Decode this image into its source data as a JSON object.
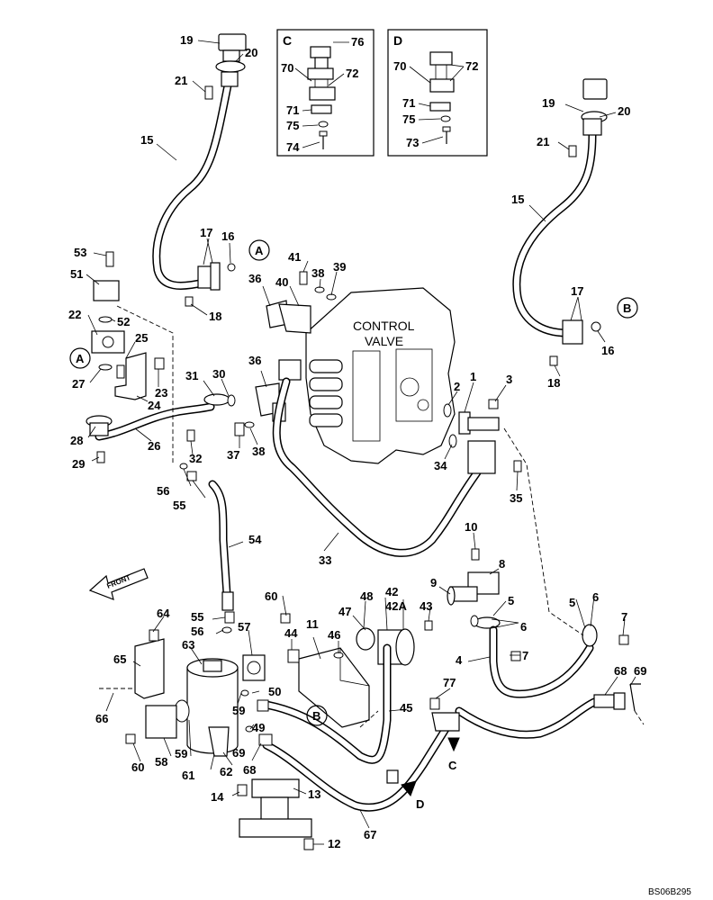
{
  "diagram": {
    "control_valve_label": [
      "CONTROL",
      "VALVE"
    ],
    "front_label": "FRONT",
    "drawing_code": "BS06B295",
    "inset_c": {
      "title": "C",
      "parts": [
        "76",
        "70",
        "72",
        "71",
        "75",
        "74"
      ]
    },
    "inset_d": {
      "title": "D",
      "parts": [
        "70",
        "72",
        "71",
        "75",
        "73"
      ]
    },
    "view_markers": {
      "a1": "A",
      "a2": "A",
      "b1": "B",
      "b2": "B",
      "c_arrow": "C",
      "d_arrow": "D"
    },
    "callouts": {
      "p19a": "19",
      "p20a": "20",
      "p21a": "21",
      "p15a": "15",
      "p17a": "17",
      "p16a": "16",
      "p18a": "18",
      "p53": "53",
      "p51": "51",
      "p22": "22",
      "p52": "52",
      "p25": "25",
      "p27": "27",
      "p23": "23",
      "p24": "24",
      "p31": "31",
      "p30": "30",
      "p28": "28",
      "p26": "26",
      "p29": "29",
      "p32": "32",
      "p36a": "36",
      "p40": "40",
      "p41": "41",
      "p38a": "38",
      "p39": "39",
      "p36b": "36",
      "p37": "37",
      "p38b": "38",
      "p19b": "19",
      "p20b": "20",
      "p21b": "21",
      "p15b": "15",
      "p17b": "17",
      "p16b": "16",
      "p18b": "18",
      "p1": "1",
      "p2": "2",
      "p3": "3",
      "p34": "34",
      "p35": "35",
      "p56a": "56",
      "p55a": "55",
      "p54": "54",
      "p33": "33",
      "p10": "10",
      "p8": "8",
      "p9": "9",
      "p5a": "5",
      "p5b": "5",
      "p6a": "6",
      "p6b": "6",
      "p7a": "7",
      "p7b": "7",
      "p4": "4",
      "p60a": "60",
      "p48": "48",
      "p42": "42",
      "p42a": "42A",
      "p43": "43",
      "p47": "47",
      "p11": "11",
      "p46": "46",
      "p44": "44",
      "p64": "64",
      "p63": "63",
      "p55b": "55",
      "p56b": "56",
      "p57": "57",
      "p65": "65",
      "p66": "66",
      "p50": "50",
      "p59a": "59",
      "p49": "49",
      "p45": "45",
      "p77": "77",
      "p68a": "68",
      "p69a": "69",
      "p68b": "68",
      "p69b": "69",
      "p62": "62",
      "p61": "61",
      "p59b": "59",
      "p58": "58",
      "p60b": "60",
      "p14": "14",
      "p13": "13",
      "p67": "67",
      "p12": "12"
    }
  }
}
